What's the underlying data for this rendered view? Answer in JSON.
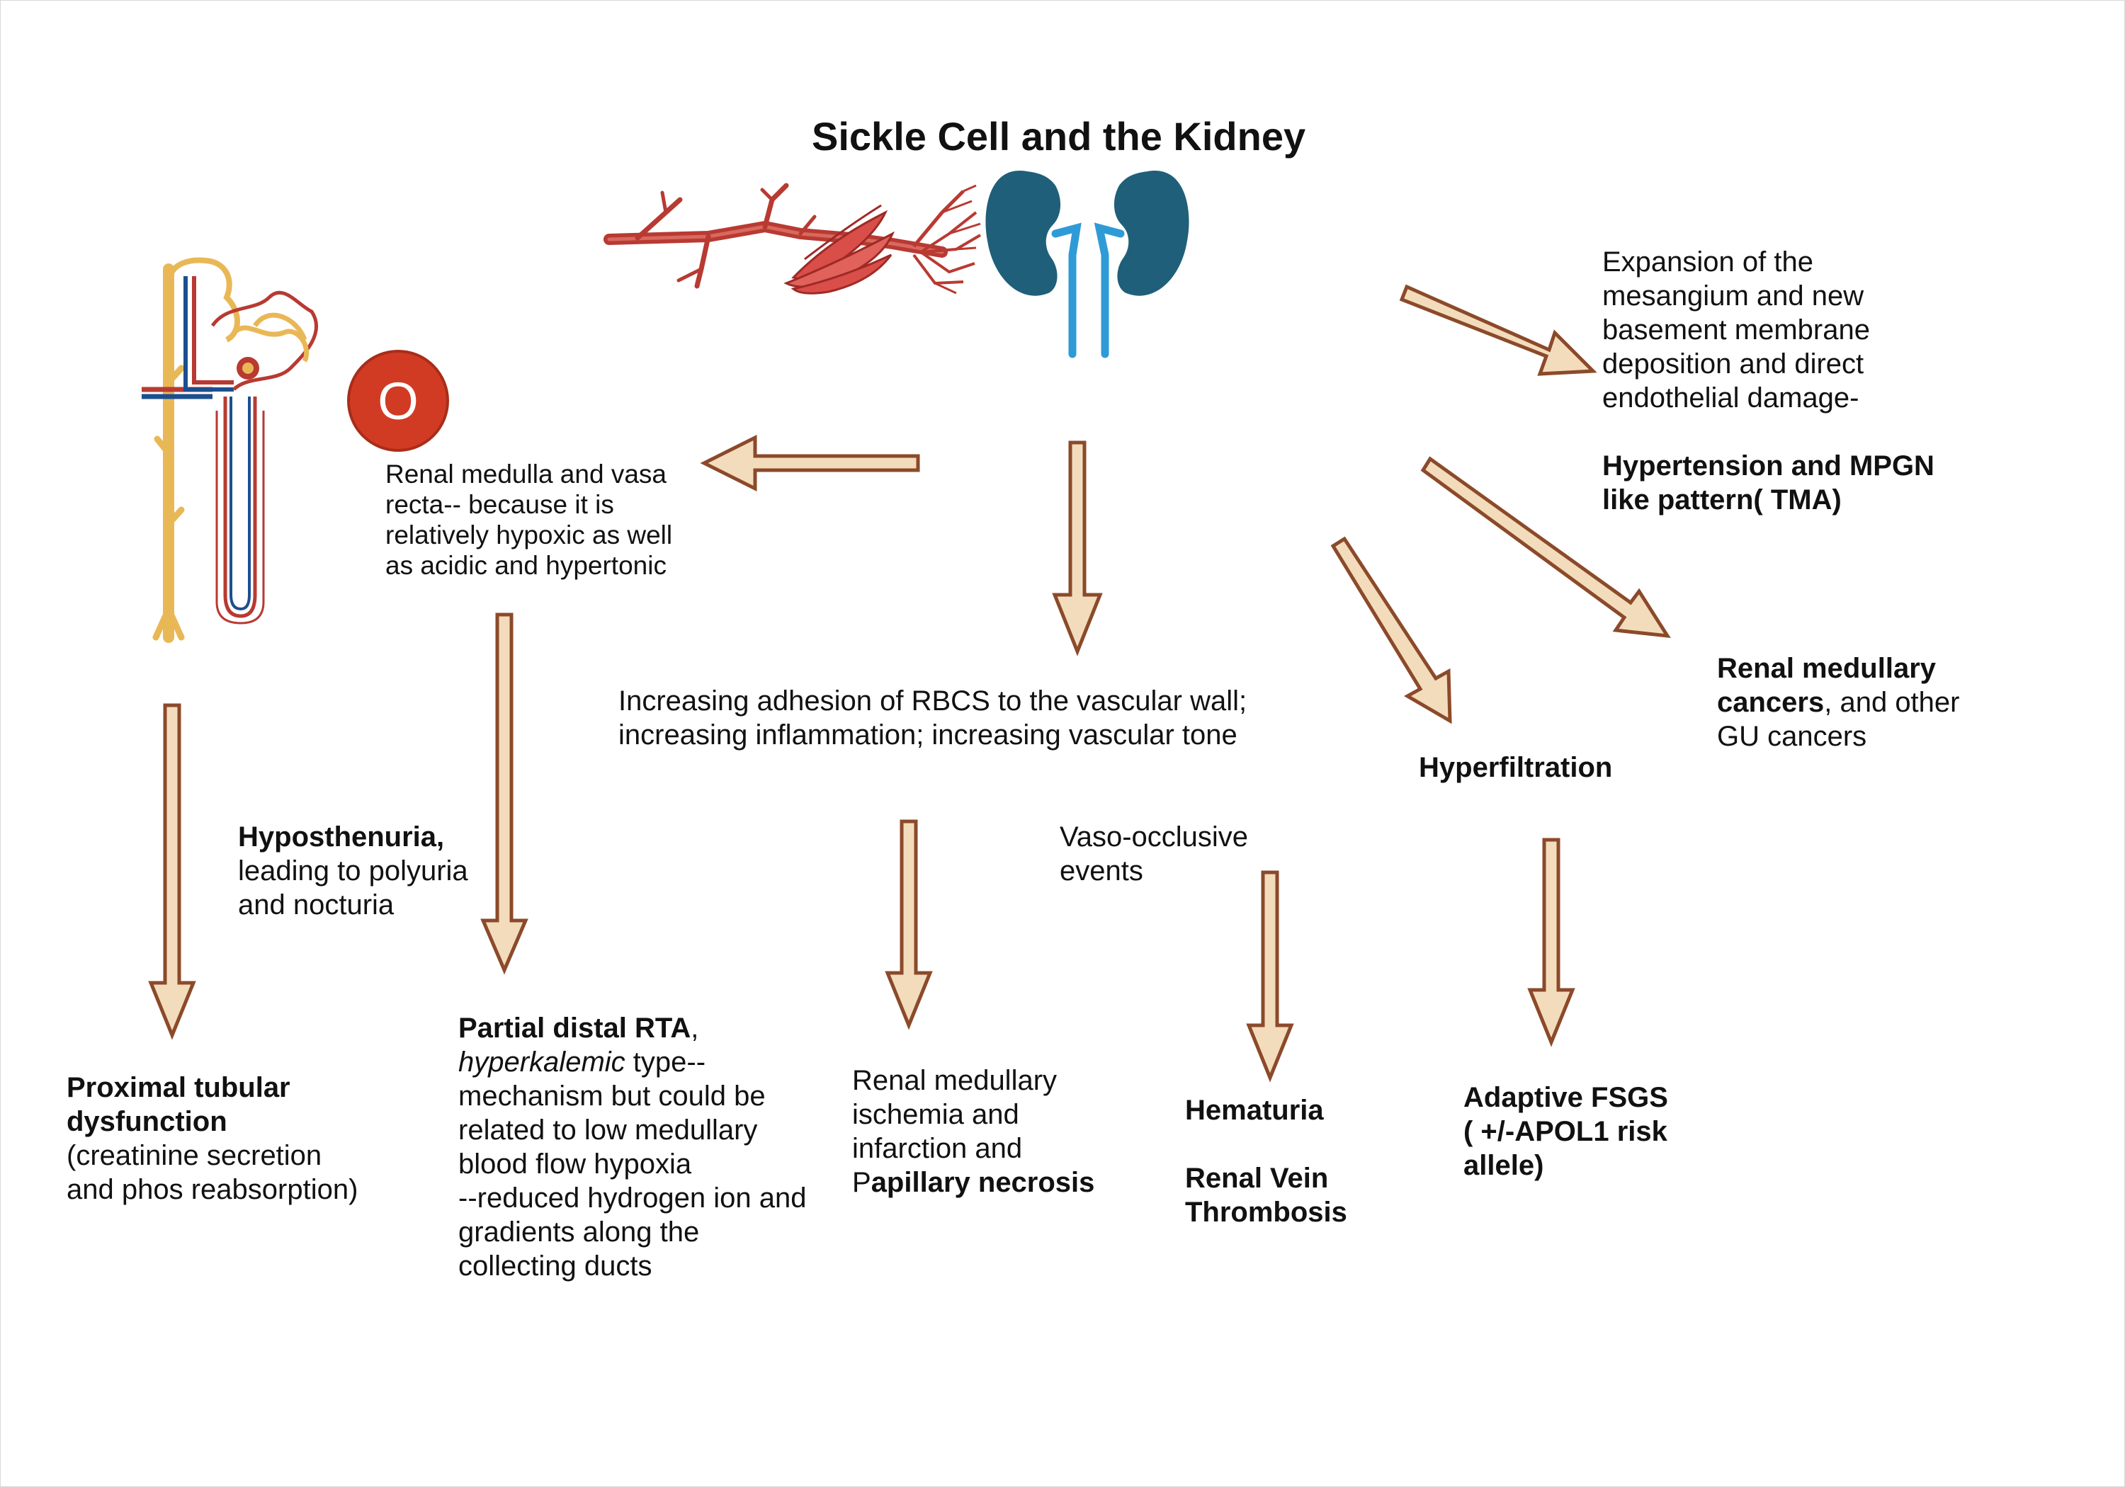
{
  "title": "Sickle Cell and the Kidney",
  "oxygen_symbol": "O",
  "colors": {
    "arrow_fill": "#f3dcbc",
    "arrow_stroke": "#8b4a2a",
    "kidney": "#1f5f7a",
    "ureter": "#2f9bd6",
    "vessel": "#b83a32",
    "nephron_tubule": "#e9b856",
    "oxygen_circle": "#d23b23"
  },
  "texts": {
    "medulla": {
      "l1": "Renal medulla and vasa",
      "l2": "recta-- because it is",
      "l3": "relatively hypoxic as well",
      "l4": "as acidic and hypertonic"
    },
    "mesangium": {
      "l1": "Expansion of the",
      "l2": "mesangium and new",
      "l3": "basement membrane",
      "l4": "deposition and direct",
      "l5": "endothelial damage-",
      "b1": "Hypertension and  MPGN",
      "b2": "like pattern( TMA)"
    },
    "adhesion": {
      "l1": "Increasing adhesion of  RBCS to the vascular wall;",
      "l2": "increasing inflammation; increasing vascular tone"
    },
    "cancers": {
      "b1": "Renal medullary",
      "b2": "cancers",
      "r2": ", and other",
      "l3": "GU cancers"
    },
    "hyperfiltration": "Hyperfiltration",
    "hyposthenuria": {
      "b1": "Hyposthenuria,",
      "l2": "leading to polyuria",
      "l3": "and nocturia"
    },
    "vaso": {
      "l1": "Vaso-occlusive",
      "l2": "events"
    },
    "proximal": {
      "b1": "Proximal tubular",
      "b2": "dysfunction",
      "l3": "(creatinine secretion",
      "l4": "and phos reabsorption)"
    },
    "rta": {
      "b1": "Partial distal RTA",
      "r1": ",",
      "i2": "hyperkalemic",
      "r2": " type--",
      "l3": "mechanism but could be",
      "l4": "related to low medullary",
      "l5": "blood flow hypoxia",
      "l6": "--reduced hydrogen ion and",
      "l7": "gradients along the",
      "l8": "collecting ducts"
    },
    "ischemia": {
      "l1": "Renal medullary",
      "l2": "ischemia and",
      "l3": "infarction and",
      "r4": "P",
      "b4": "apillary necrosis"
    },
    "hematuria": {
      "b1": "Hematuria",
      "b2": "Renal Vein",
      "b3": "Thrombosis"
    },
    "fsgs": {
      "b1": "Adaptive FSGS",
      "b2": "( +/-APOL1 risk",
      "b3": "allele)"
    }
  }
}
